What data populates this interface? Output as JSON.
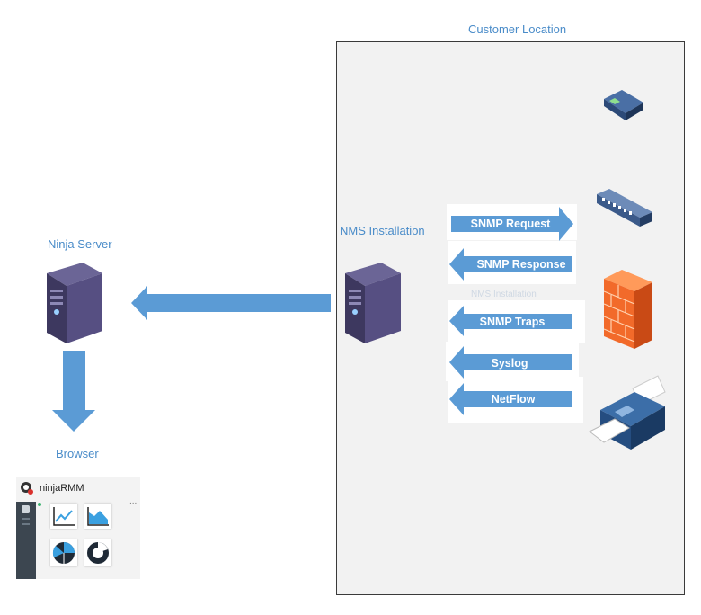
{
  "labels": {
    "customer_location": "Customer Location",
    "ninja_server": "Ninja Server",
    "nms_installation": "NMS Installation",
    "browser": "Browser",
    "nms_faint": "NMS Installation"
  },
  "flows": {
    "snmp_request": "SNMP Request",
    "snmp_response": "SNMP Response",
    "snmp_traps": "SNMP Traps",
    "syslog": "Syslog",
    "netflow": "NetFlow"
  },
  "app": {
    "title": "ninjaRMM",
    "more": "..."
  },
  "colors": {
    "arrow": "#5b9bd5",
    "label": "#4a8cc9",
    "box_bg": "#f2f2f2",
    "server_body": "#4b4570"
  },
  "icons": [
    "server-icon",
    "router-icon",
    "switch-icon",
    "firewall-icon",
    "printer-icon",
    "ninja-logo-icon",
    "line-chart-icon",
    "area-chart-icon",
    "pie-chart-icon",
    "donut-chart-icon"
  ]
}
